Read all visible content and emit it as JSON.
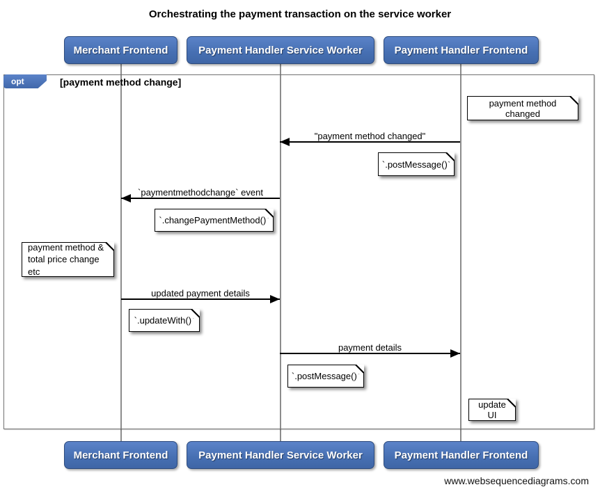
{
  "title": "Orchestrating the payment transaction on the service worker",
  "footer": "www.websequencediagrams.com",
  "actors": [
    {
      "label": "Merchant Frontend"
    },
    {
      "label": "Payment Handler Service Worker"
    },
    {
      "label": "Payment Handler Frontend"
    }
  ],
  "fragment": {
    "operator": "opt",
    "guard": "[payment method change]"
  },
  "messages": [
    {
      "label": "\"payment method changed\"",
      "from": "Payment Handler Frontend",
      "to": "Payment Handler Service Worker",
      "direction": "left"
    },
    {
      "label": "`paymentmethodchange` event",
      "from": "Payment Handler Service Worker",
      "to": "Merchant Frontend",
      "direction": "left"
    },
    {
      "label": "updated payment details",
      "from": "Merchant Frontend",
      "to": "Payment Handler Service Worker",
      "direction": "right"
    },
    {
      "label": "payment details",
      "from": "Payment Handler Service Worker",
      "to": "Payment Handler Frontend",
      "direction": "right"
    }
  ],
  "notes": [
    {
      "text": "payment method changed",
      "position": "right of Payment Handler Frontend"
    },
    {
      "text": "`.postMessage()`",
      "position": "right of Payment Handler Service Worker"
    },
    {
      "text": "`.changePaymentMethod()`",
      "position": "right of Merchant Frontend"
    },
    {
      "text": "payment method &\ntotal price change etc",
      "position": "left of Merchant Frontend"
    },
    {
      "text": "`.updateWith()`",
      "position": "right of Merchant Frontend"
    },
    {
      "text": "`.postMessage()`",
      "position": "right of Payment Handler Service Worker"
    },
    {
      "text": "update UI",
      "position": "right of Payment Handler Frontend"
    }
  ],
  "colors": {
    "actor_fill": "#4a74b8",
    "actor_border": "#2c4a7c",
    "frame_border": "#707070",
    "lifeline": "#8c8c8c",
    "note_fill": "#ffffff",
    "arrow": "#000000"
  }
}
